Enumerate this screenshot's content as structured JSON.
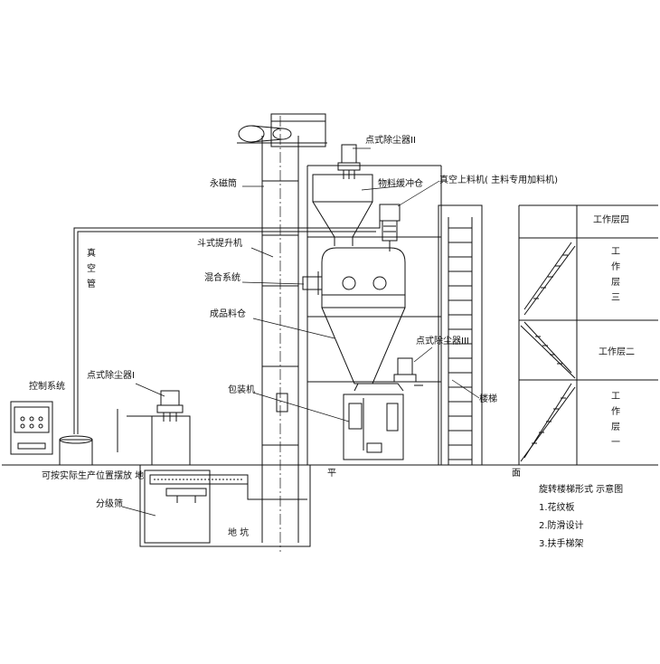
{
  "labels": {
    "dust_collector_2": "点式除尘器II",
    "permanent_magnet": "永磁筒",
    "buffer_bin": "物料缓冲仓",
    "vacuum_feeder": "真空上料机( 主料专用加料机)",
    "vacuum_pipe": "真空管",
    "bucket_elevator": "斗式提升机",
    "mixing_system": "混合系统",
    "product_bin": "成品料仓",
    "dust_collector_3": "点式除尘器III",
    "control_system": "控制系统",
    "dust_collector_1": "点式除尘器I",
    "packing_machine": "包装机",
    "stairs": "楼梯",
    "floor_note": "可按实际生产位置摆放 地",
    "level_char_1": "平",
    "level_char_2": "面",
    "classifier": "分级筛",
    "pit": "地 坑"
  },
  "floors": {
    "floor4": "工作层四",
    "floor3": "工作层三",
    "floor2": "工作层二",
    "floor1": "工作层一"
  },
  "legend": {
    "title": "旋转楼梯形式 示意图",
    "items": [
      "1.花纹板",
      "2.防滑设计",
      "3.扶手梯架"
    ]
  },
  "colors": {
    "line": "#111111",
    "background": "#ffffff"
  }
}
